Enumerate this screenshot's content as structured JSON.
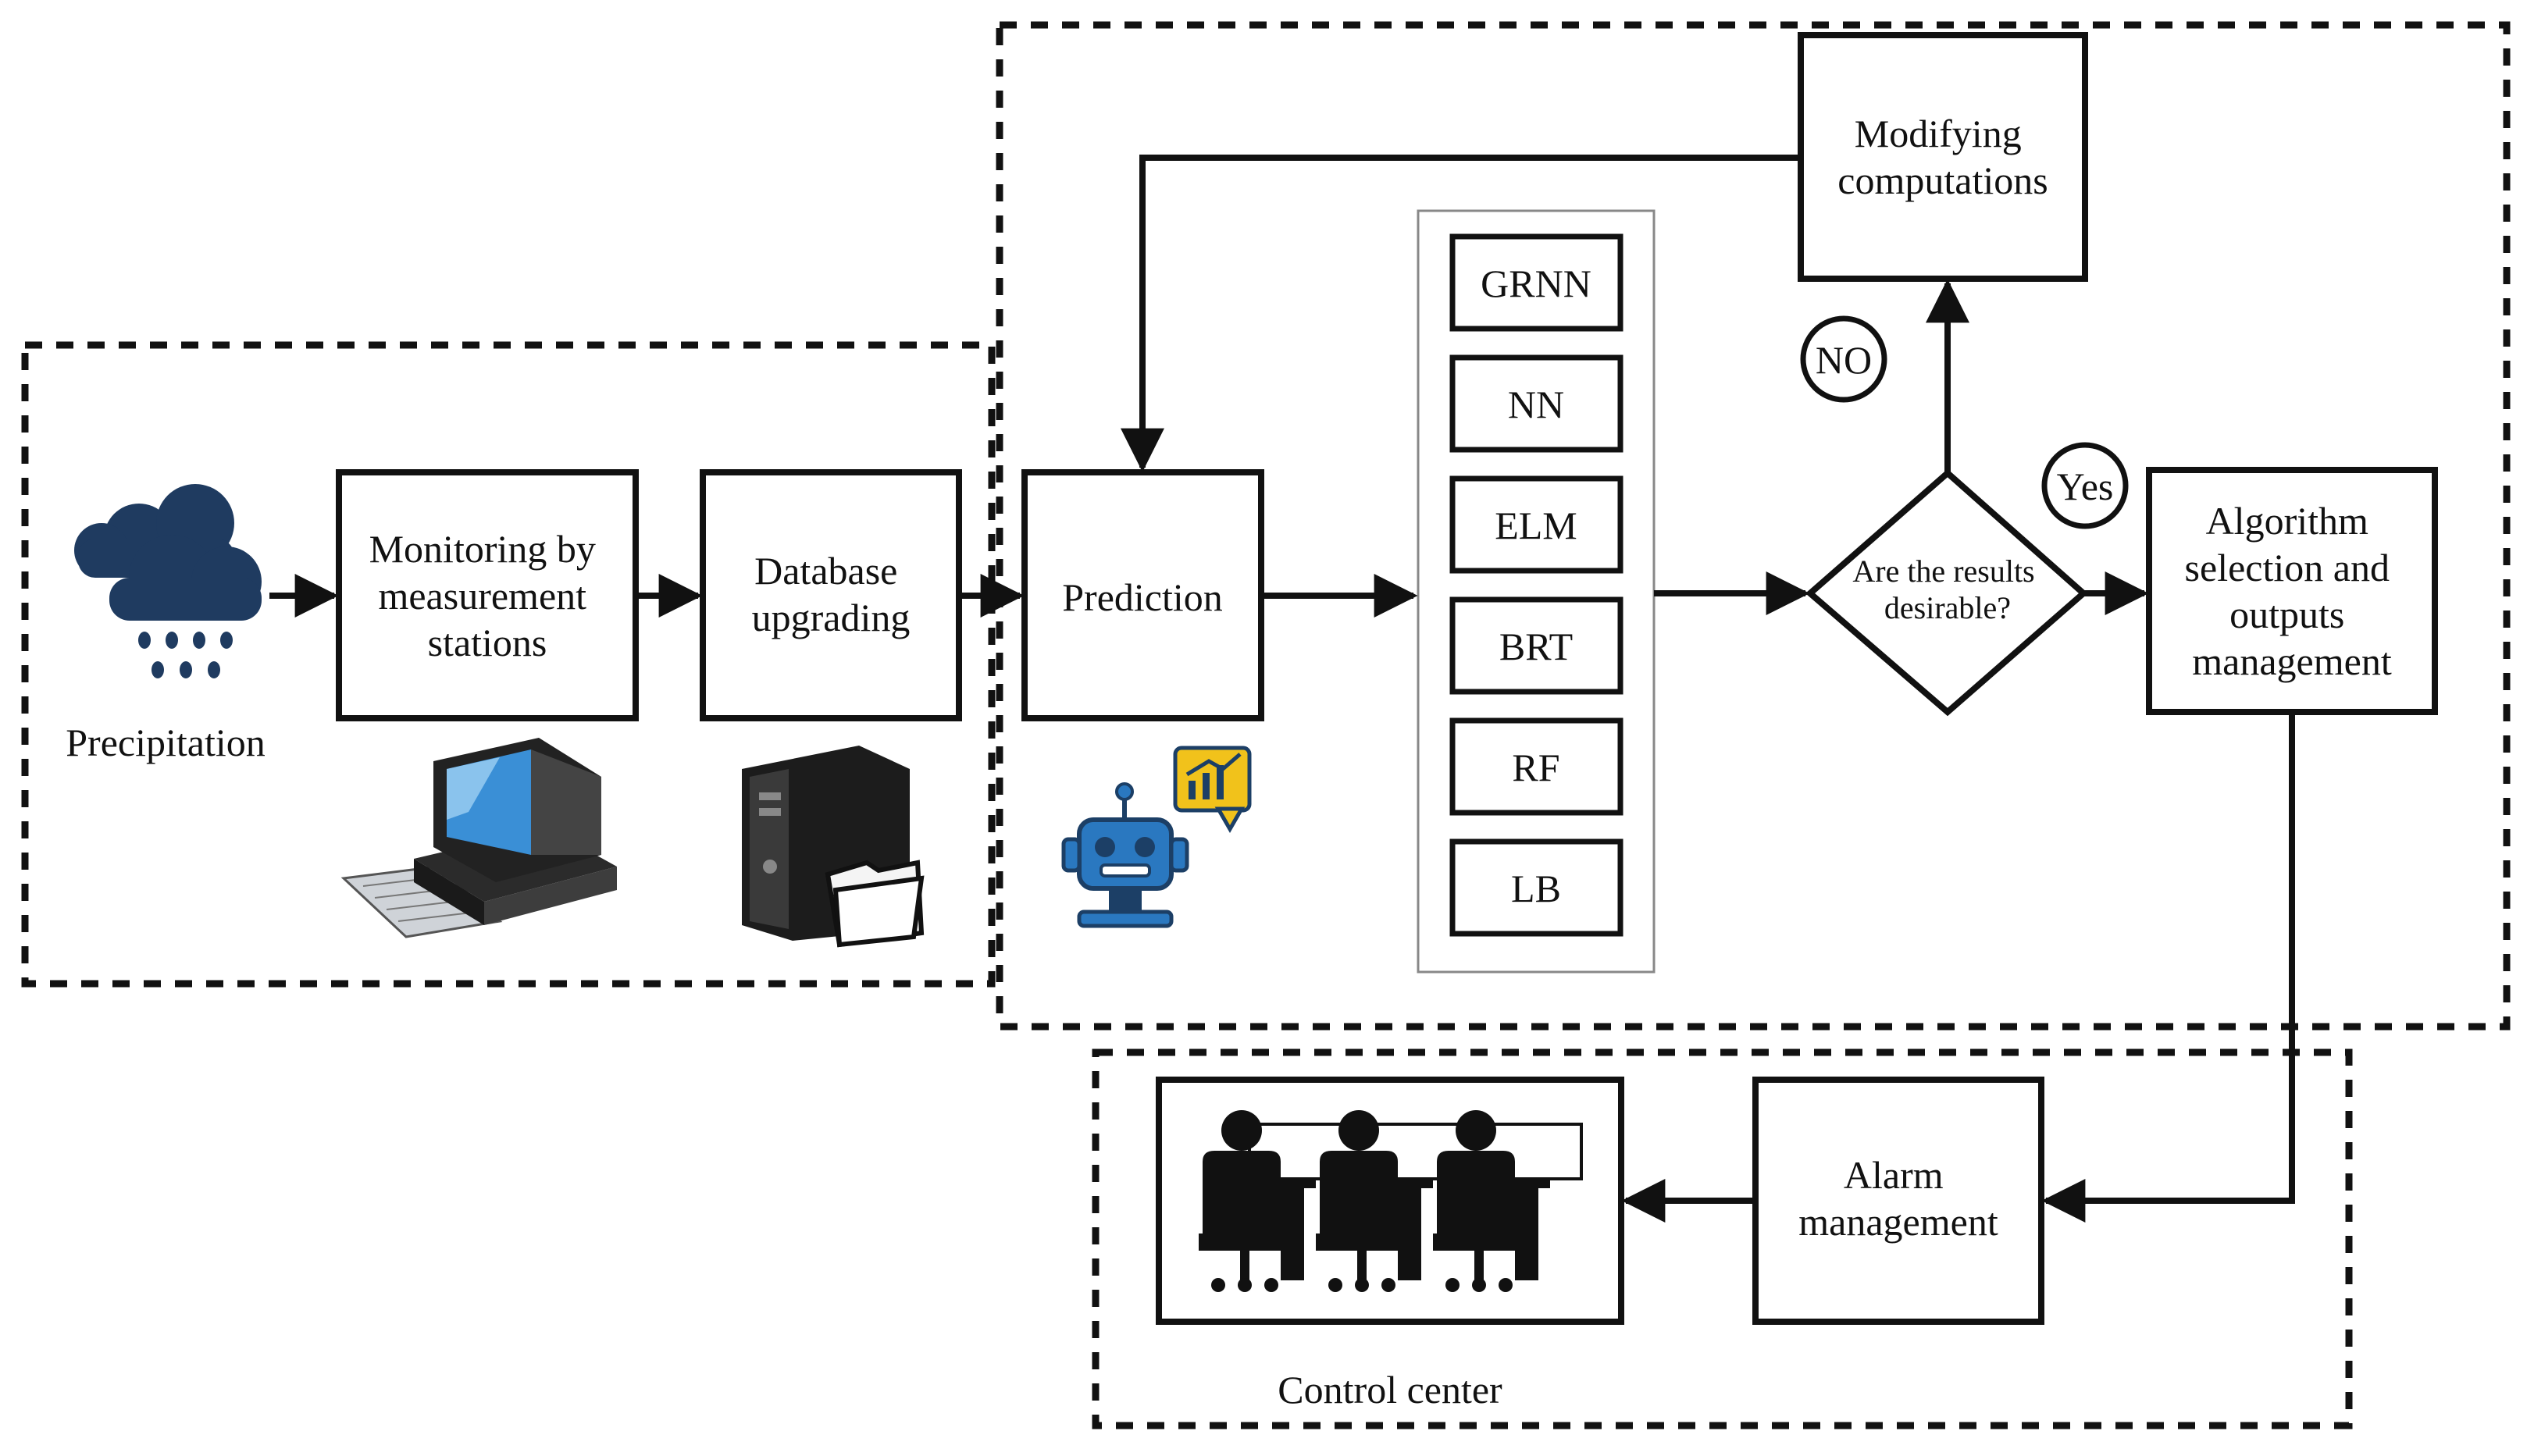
{
  "colors": {
    "line": "#111111",
    "rain_icon": "#1f3b60",
    "robot_blue": "#2a78c0",
    "robot_dark": "#1c3f66",
    "robot_badge": "#f1c21b",
    "monitor_screen": "#3a8fd6",
    "background": "#ffffff"
  },
  "precipitation": {
    "label": "Precipitation",
    "icon": "rain-cloud-icon"
  },
  "monitoring": {
    "label_lines": [
      "Monitoring by",
      "measurement",
      "stations"
    ],
    "icon": "computer-workstation-icon"
  },
  "database": {
    "label_lines": [
      "Database",
      "upgrading"
    ],
    "icon": "server-folder-icon"
  },
  "prediction": {
    "label": "Prediction",
    "icon": "robot-analytics-icon"
  },
  "models": {
    "items": [
      "GRNN",
      "NN",
      "ELM",
      "BRT",
      "RF",
      "LB"
    ]
  },
  "decision": {
    "label_lines": [
      "Are the results",
      "desirable?"
    ]
  },
  "modifying": {
    "label_lines": [
      "Modifying",
      "computations"
    ]
  },
  "no_label": "NO",
  "yes_label": "Yes",
  "algorithm": {
    "label_lines": [
      "Algorithm",
      "selection and",
      "outputs",
      "management"
    ]
  },
  "alarm": {
    "label_lines": [
      "Alarm",
      "management"
    ]
  },
  "control_center": {
    "label": "Control center",
    "icon": "operators-at-desks-icon"
  }
}
